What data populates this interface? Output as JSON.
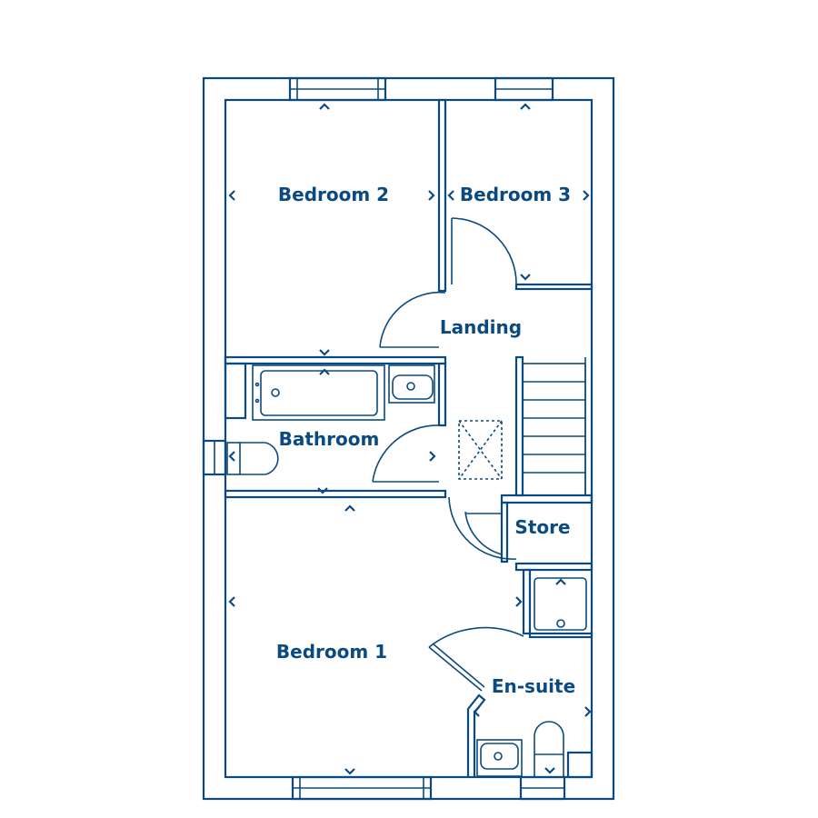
{
  "colors": {
    "line": "#0b4a80",
    "floor": "#ebebeb",
    "wall": "#ffffff"
  },
  "rooms": {
    "bedroom2": "Bedroom 2",
    "bedroom3": "Bedroom 3",
    "landing": "Landing",
    "bathroom": "Bathroom",
    "store": "Store",
    "bedroom1": "Bedroom 1",
    "ensuite": "En-suite"
  }
}
